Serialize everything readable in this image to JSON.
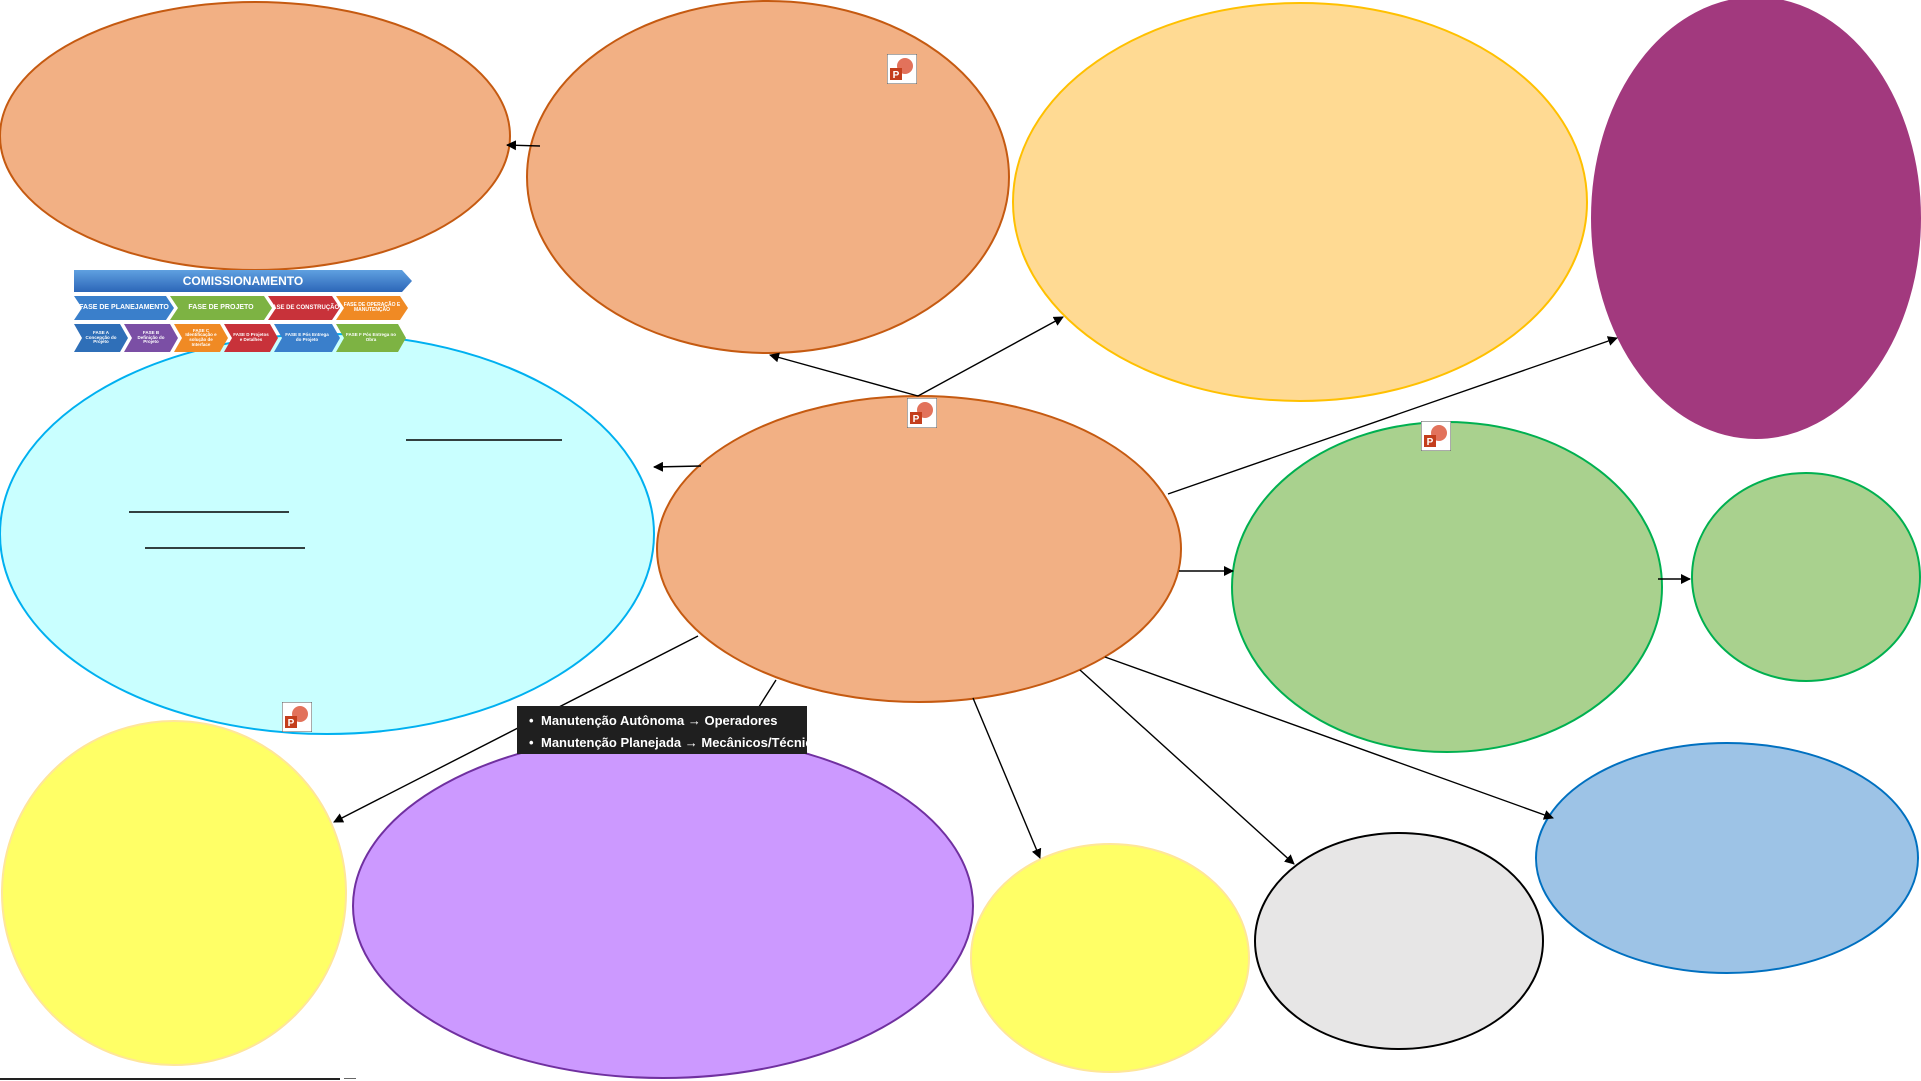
{
  "tooltip": {
    "items": [
      "Manutenção Autônoma → Operadores",
      "Manutenção Planejada → Mecânicos/Técnicos"
    ]
  },
  "timeline": {
    "title": "COMISSIONAMENTO",
    "phases": [
      "FASE DE PLANEJAMENTO",
      "FASE DE PROJETO",
      "FASE DE CONSTRUÇÃO",
      "FASE DE OPERAÇÃO E MANUTENÇÃO"
    ],
    "subphases": [
      "FASE A Concepção do Projeto",
      "FASE B Definição do Projeto",
      "FASE C Identificação e solução de Interface",
      "FASE D Projetos e Detalhes",
      "FASE E Pós Entrega do Projeto",
      "FASE F Pós Entrega no Obra"
    ]
  },
  "colors": {
    "orange_fill": "#F2B084",
    "orange_stroke": "#C55A11",
    "cream_fill": "#FFDA93",
    "cream_stroke": "#FFC000",
    "purple_fill": "#A2397E",
    "green_fill": "#A9D18E",
    "green_stroke": "#00B050",
    "cyan_fill": "#C9FFFF",
    "cyan_stroke": "#00B0F0",
    "yellow_fill": "#FFFF66",
    "yellow_stroke": "#FFE699",
    "lavender_fill": "#CC99FF",
    "lavender_stroke": "#7030A0",
    "gray_fill": "#E7E6E6",
    "blue_fill": "#9DC3E6",
    "blue_stroke": "#0070C0"
  },
  "icons": [
    "powerpoint-icon",
    "powerpoint-icon",
    "powerpoint-icon",
    "powerpoint-icon"
  ]
}
